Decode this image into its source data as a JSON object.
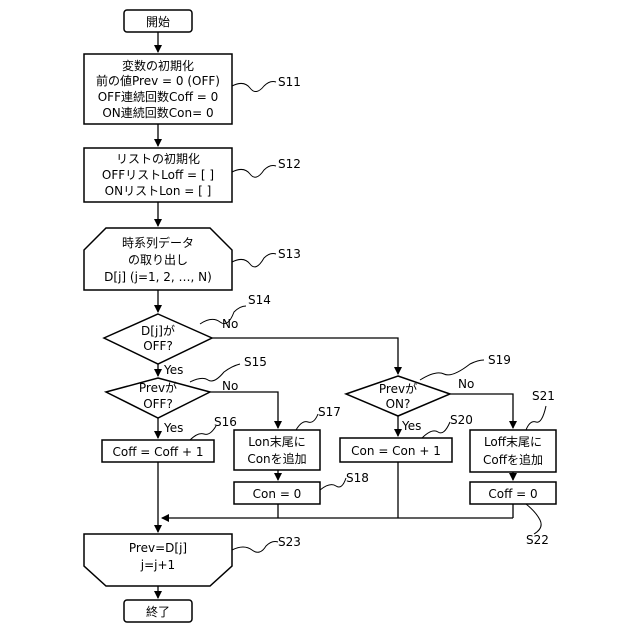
{
  "nodes": {
    "start": "開始",
    "s11": [
      "変数の初期化",
      "前の値Prev = 0 (OFF)",
      "OFF連続回数Coff = 0",
      "ON連続回数Con= 0"
    ],
    "s12": [
      "リストの初期化",
      "OFFリストLoff = [ ]",
      "ONリストLon = [ ]"
    ],
    "s13": [
      "時系列データ",
      "の取り出し",
      "D[j] (j=1, 2, …, N)"
    ],
    "s14": [
      "D[j]が",
      "OFF?"
    ],
    "s15": [
      "Prevが",
      "OFF?"
    ],
    "s16": "Coff = Coff + 1",
    "s17": [
      "Lon末尾に",
      "Conを追加"
    ],
    "s18": "Con = 0",
    "s19": [
      "Prevが",
      "ON?"
    ],
    "s20": "Con = Con + 1",
    "s21": [
      "Loff末尾に",
      "Coffを追加"
    ],
    "s22": "Coff = 0",
    "s23": [
      "Prev=D[j]",
      "j=j+1"
    ],
    "end": "終了"
  },
  "branches": {
    "yes": "Yes",
    "no": "No"
  },
  "step_labels": {
    "s11": "S11",
    "s12": "S12",
    "s13": "S13",
    "s14": "S14",
    "s15": "S15",
    "s16": "S16",
    "s17": "S17",
    "s18": "S18",
    "s19": "S19",
    "s20": "S20",
    "s21": "S21",
    "s22": "S22",
    "s23": "S23"
  }
}
